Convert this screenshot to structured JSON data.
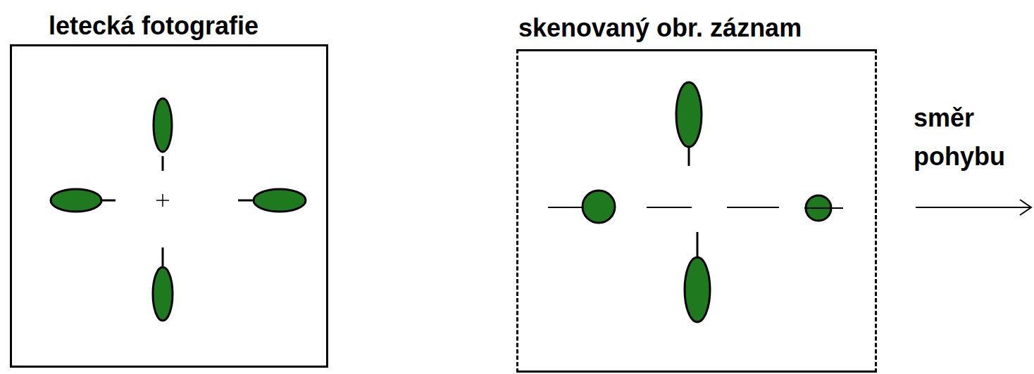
{
  "diagram": {
    "nodes": [
      {
        "text": [
          "letecká fotografie"
        ]
      },
      {
        "text": [
          "skenovaný obr. záznam"
        ]
      }
    ],
    "labels": [
      "směr pohybu"
    ]
  }
}
